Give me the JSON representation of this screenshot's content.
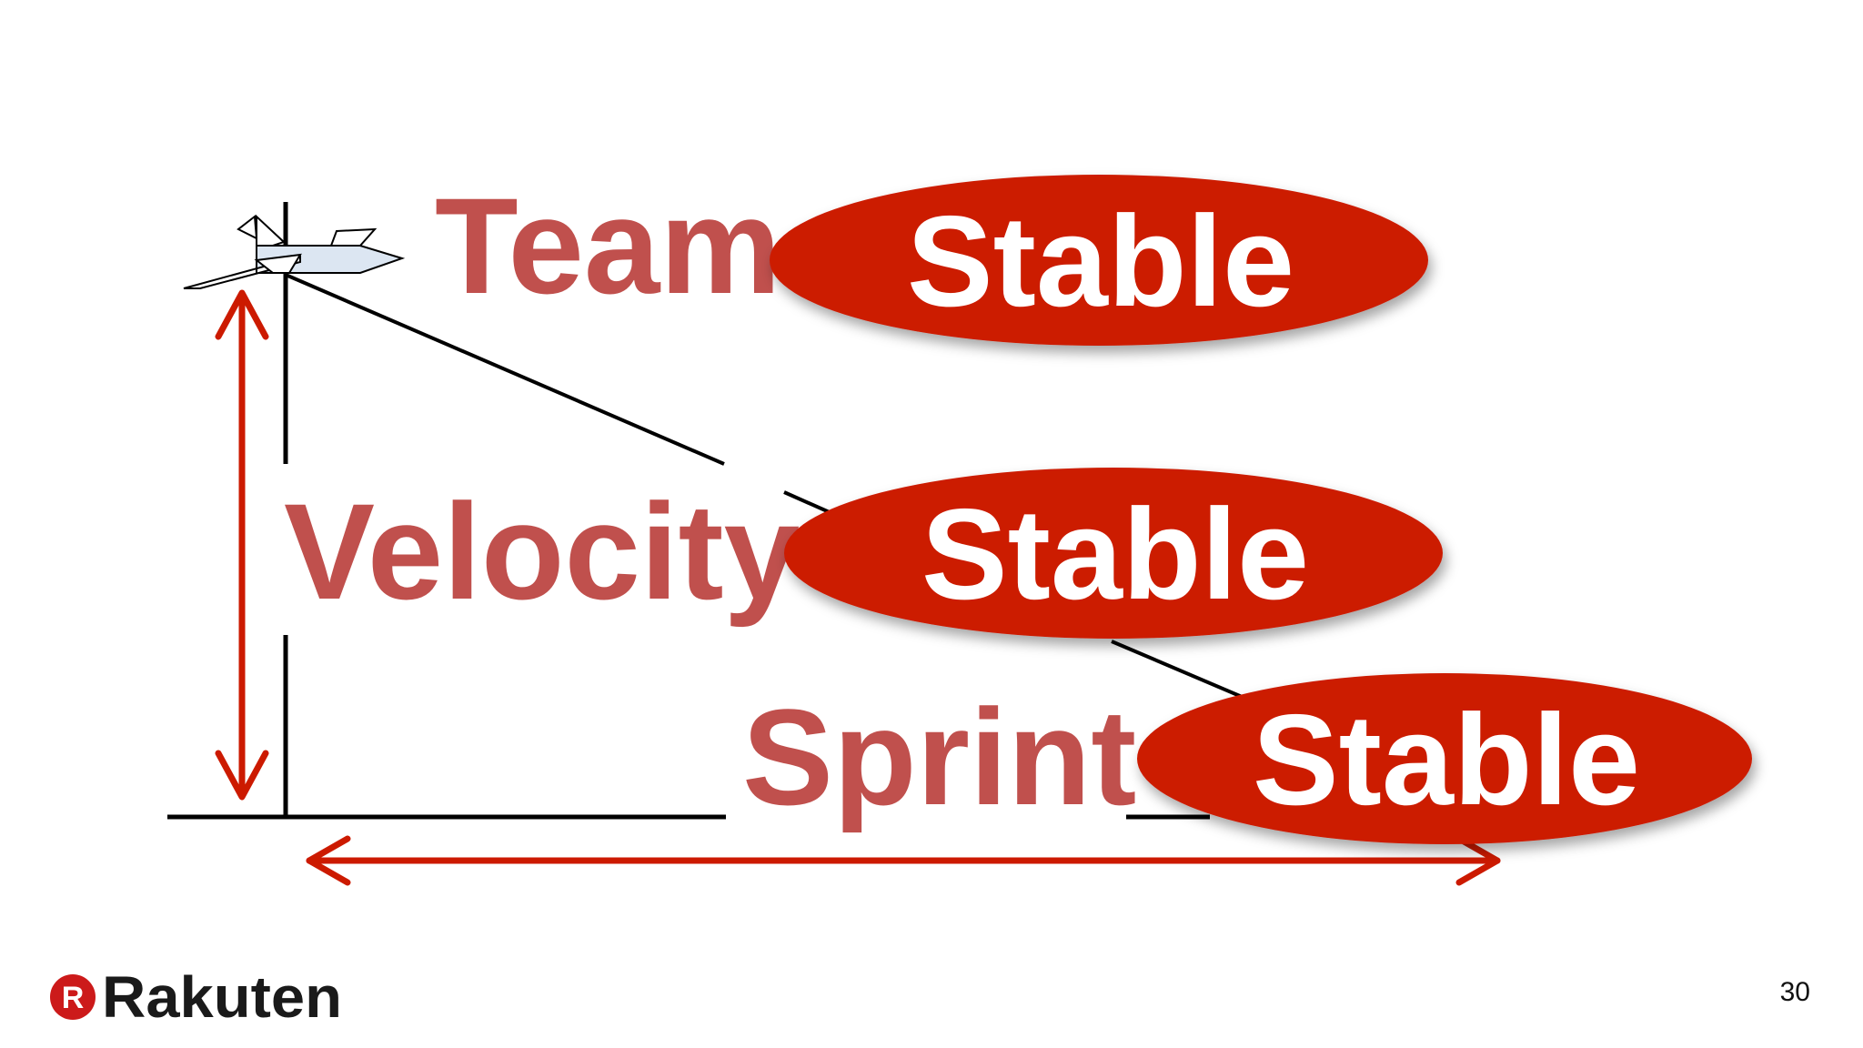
{
  "slide": {
    "page_number": "30"
  },
  "labels": {
    "team": "Team",
    "velocity": "Velocity",
    "sprint": "Sprint"
  },
  "badges": {
    "team": "Stable",
    "velocity": "Stable",
    "sprint": "Stable"
  },
  "logo": {
    "wordmark": "Rakuten",
    "mark_letter": "R"
  },
  "colors": {
    "label_red": "#c0504d",
    "badge_red": "#cc1a00",
    "arrow_red": "#cc1a00",
    "logo_dark": "#1a1a1a",
    "logo_red": "#cc1a1a"
  },
  "icons": {
    "airplane": "airplane-icon",
    "vertical_arrow": "double-arrow-vertical-icon",
    "horizontal_arrow": "double-arrow-horizontal-icon"
  }
}
